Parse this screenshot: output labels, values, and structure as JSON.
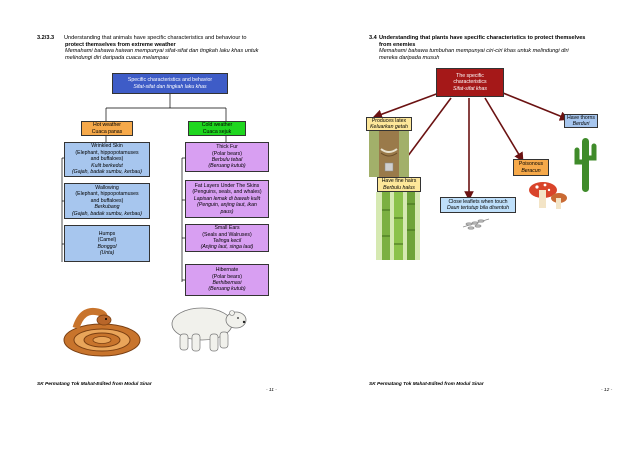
{
  "left_page": {
    "section_number": "3.2/3.3",
    "heading_line1": "Understanding that animals have specific characteristics and behaviour to",
    "heading_line2": "protect themselves from extreme weather",
    "malay_line1": "Memahami bahawa haiwan mempunyai sifat-sifat dan tingkah laku khas untuk",
    "malay_line2": "melindungi diri daripada cuaca melampau",
    "root_box": {
      "line1": "Specific characteristics and behavior",
      "line2": "Sifat-sifat dan tingkah laku khas"
    },
    "hot_box": {
      "line1": "Hot weather",
      "line2": "Cuaca panas"
    },
    "cold_box": {
      "line1": "Cold weather",
      "line2": "Cuaca sejuk"
    },
    "hot_items": [
      {
        "l1": "Wrinkled Skin",
        "l2": "(Elephant, hippopotamuses",
        "l3": "and buffaloes)",
        "l4": "Kulit berkedut",
        "l5": "(Gajah, badak sumbu, kerbau)"
      },
      {
        "l1": "Wallowing",
        "l2": "(Elephant, hippopotamuses",
        "l3": "and buffaloes)",
        "l4": "Berkubang",
        "l5": "(Gajah, badak sumbu, kerbau)"
      },
      {
        "l1": "Humps",
        "l2": "(Camel)",
        "l3": "Bonggol",
        "l4": "(Unta)",
        "l5": ""
      }
    ],
    "cold_items": [
      {
        "l1": "Thick Fur",
        "l2": "(Polar bears)",
        "l3": "Berbulu tebal",
        "l4": "(Beruang kutub)",
        "l5": ""
      },
      {
        "l1": "Fat Layers Under The Skins",
        "l2": "(Penguins, seals, and whales)",
        "l3": "Lapisan lemak di bawah kulit",
        "l4": "(Penguin, anjing laut, ikan",
        "l5": "paus)"
      },
      {
        "l1": "Small Ears",
        "l2": "(Seals and Walruses)",
        "l3": "Telinga kecil",
        "l4": "(Anjing laut, singa laut)",
        "l5": ""
      },
      {
        "l1": "Hibernate",
        "l2": "(Polar bears)",
        "l3": "Berhibernasi",
        "l4": "(Beruang kutub)",
        "l5": ""
      }
    ],
    "footer": "SK Permatang Tok Mahat-Edited from Modul Sinar",
    "page_number": "- 11 -"
  },
  "right_page": {
    "section_number": "3.4",
    "heading_line1": "Understanding that plants have specific characteristics to protect  themselves",
    "heading_line2": "from enemies",
    "malay_line1": "Memahami bahawa tumbuhan mempunyai ciri-ciri khas untuk melindungi diri",
    "malay_line2": "mereka  daripada musuh",
    "root_box": {
      "line1": "The specific",
      "line2": "characteristics",
      "line3": "Sifat-sifat  khas"
    },
    "latex_box": {
      "line1": "Produces latex",
      "line2": "Keluarkan getah"
    },
    "thorns_box": {
      "line1": "Have thorns",
      "line2": "Berduri"
    },
    "poison_box": {
      "line1": "Poisonous",
      "line2": "Beracun"
    },
    "hairs_box": {
      "line1": "Have fine hairs",
      "line2": "Berbulu halus"
    },
    "leaflets_box": {
      "line1": "Close leaflets when touch",
      "line2": "Daun tertutup bila disentuh"
    },
    "footer": "SK Permatang Tok Mahat-Edited from Modul Sinar",
    "page_number": "- 12 -"
  },
  "icons": [
    "snake-image",
    "polar-bear-image",
    "rubber-tree-image",
    "bamboo-image",
    "cactus-image",
    "mushroom-image",
    "mimosa-image"
  ],
  "colors": {
    "dark_blue": "#3e5cc7",
    "orange": "#f6a94a",
    "green": "#1fd61f",
    "light_blue": "#a7c6ee",
    "lilac": "#d89ff2",
    "dark_red": "#a51818",
    "cream": "#fde79a",
    "arrow": "#6b1212"
  }
}
